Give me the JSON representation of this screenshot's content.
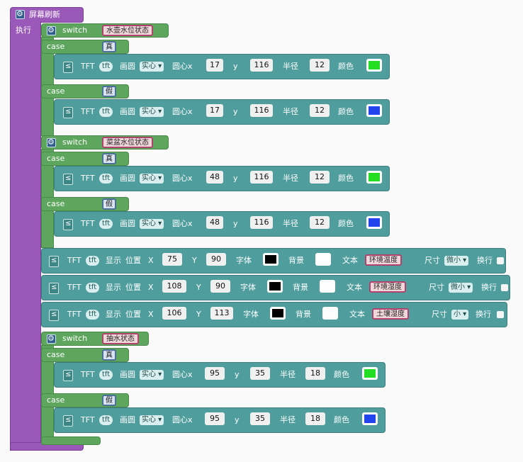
{
  "screen": {
    "label": "屏幕刷新",
    "exec": "执行"
  },
  "kw": {
    "switch": "switch",
    "case": "case",
    "tft": "TFT",
    "tft_obj": "tft",
    "circle": "画圆",
    "center": "圆心x",
    "y": "y",
    "radius": "半径",
    "color": "颜色",
    "solid": "实心",
    "show": "显示",
    "pos": "位置",
    "X": "X",
    "Y": "Y",
    "font": "字体",
    "bg": "背景",
    "text": "文本",
    "size": "尺寸",
    "newline": "换行"
  },
  "switch1": {
    "var": "水壶水位状态",
    "case1": "真",
    "case2": "假",
    "c1": {
      "x": "17",
      "y": "116",
      "r": "12",
      "color": "#22dd22"
    },
    "c2": {
      "x": "17",
      "y": "116",
      "r": "12",
      "color": "#2244ee"
    }
  },
  "switch2": {
    "var": "菜盆水位状态",
    "case1": "真",
    "case2": "假",
    "c1": {
      "x": "48",
      "y": "116",
      "r": "12",
      "color": "#22dd22"
    },
    "c2": {
      "x": "48",
      "y": "116",
      "r": "12",
      "color": "#2244ee"
    }
  },
  "texts": [
    {
      "x": "75",
      "y": "90",
      "text": "环境温度",
      "size": "微小"
    },
    {
      "x": "108",
      "y": "90",
      "text": "环境湿度",
      "size": "微小"
    },
    {
      "x": "106",
      "y": "113",
      "text": "土壤湿度",
      "size": "小"
    }
  ],
  "switch3": {
    "var": "抽水状态",
    "case1": "真",
    "case2": "假",
    "c1": {
      "x": "95",
      "y": "35",
      "r": "18",
      "color": "#22dd22"
    },
    "c2": {
      "x": "95",
      "y": "35",
      "r": "18",
      "color": "#2244ee"
    }
  }
}
